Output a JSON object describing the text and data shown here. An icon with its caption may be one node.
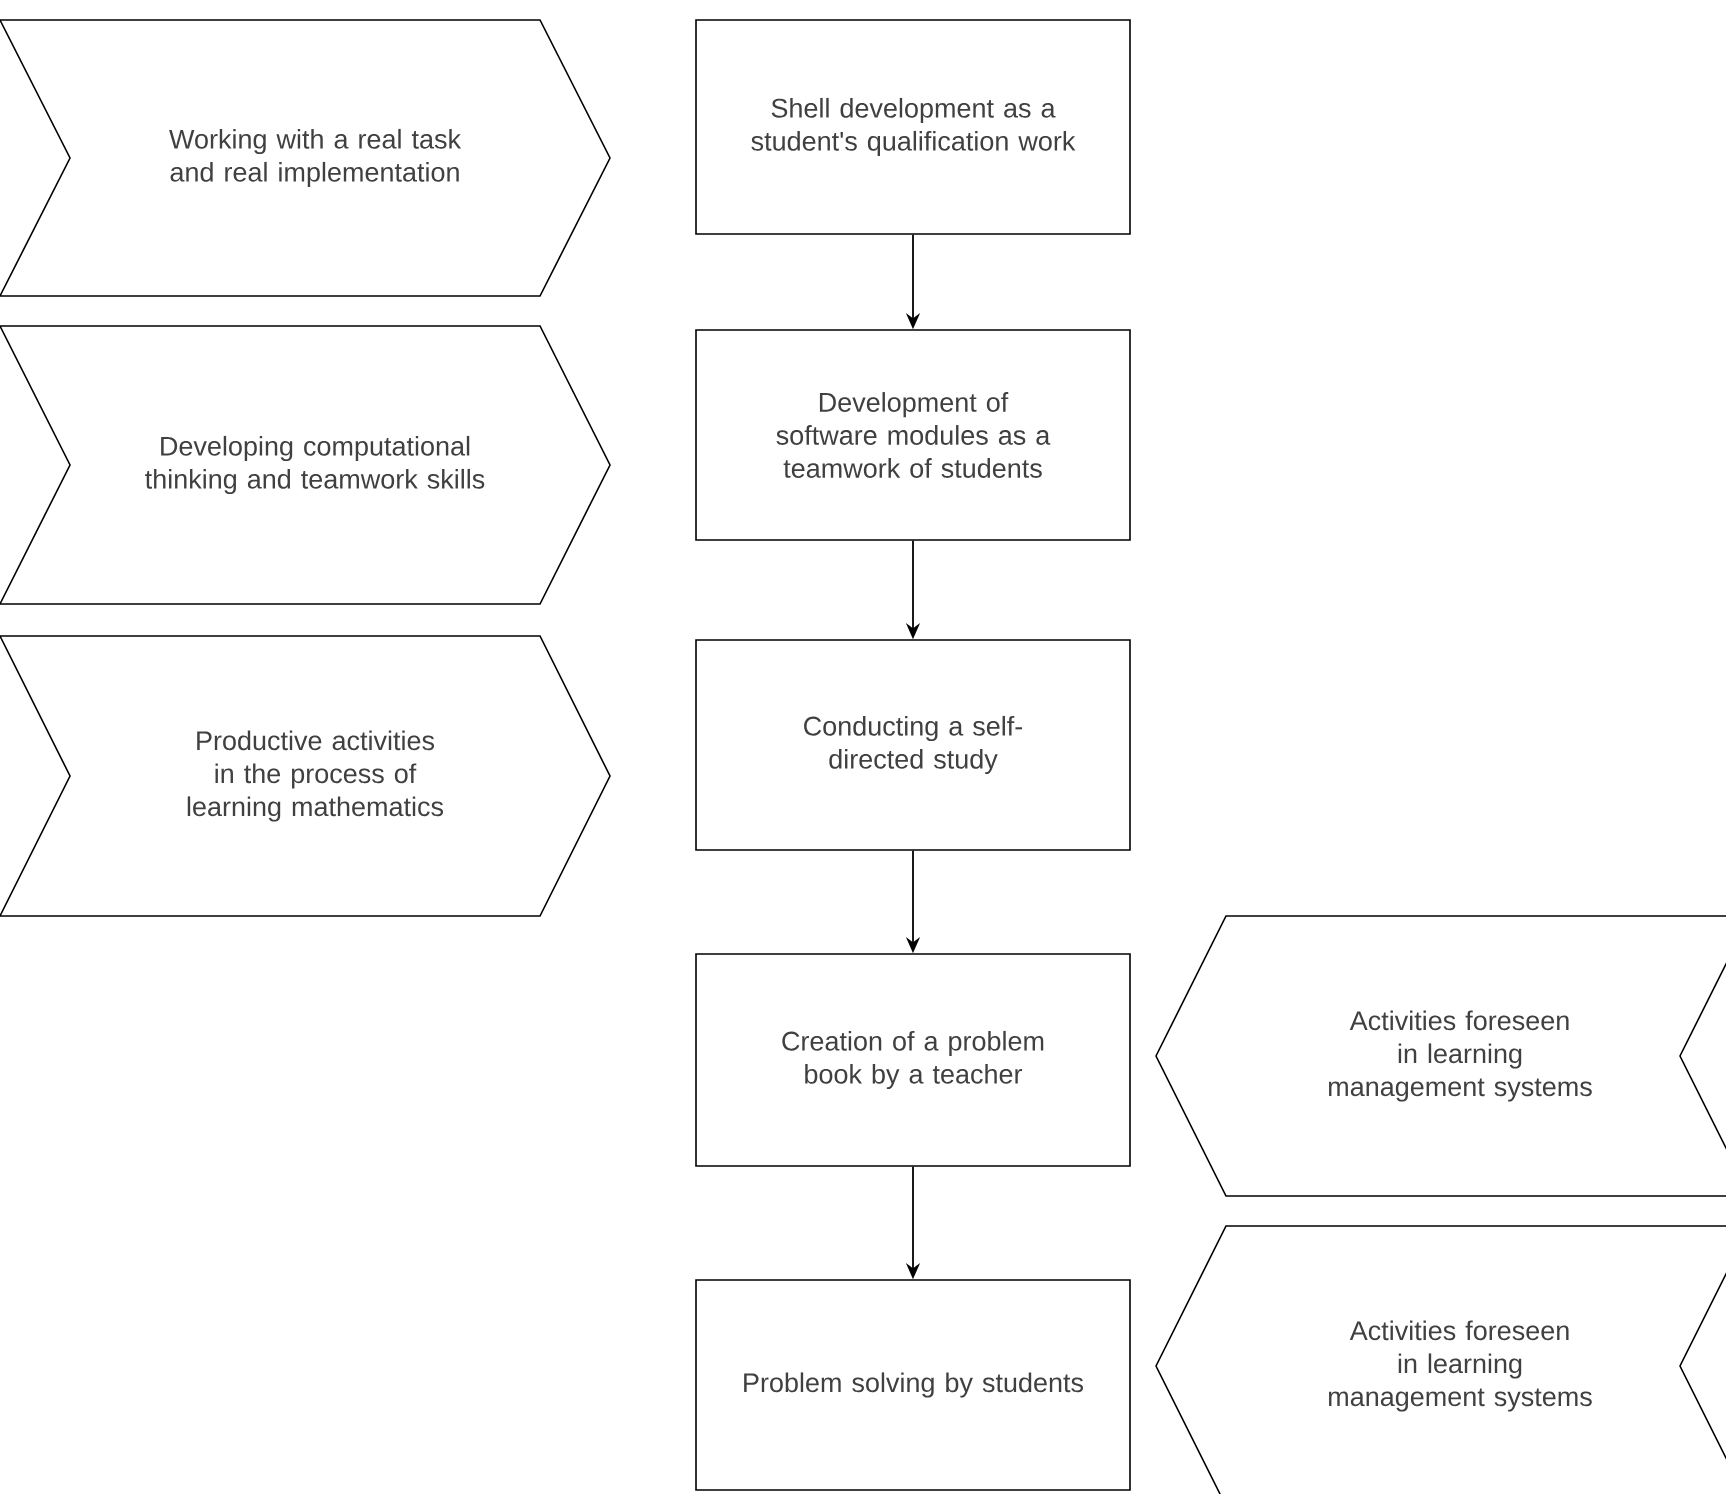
{
  "diagram": {
    "nodes": [
      {
        "text": [
          "Working with a real task and real implementation"
        ]
      },
      {
        "text": [
          "Developing computational thinking and teamwork skills"
        ]
      },
      {
        "text": [
          "Productive activities in the process of learning mathematics"
        ]
      },
      {
        "text": [
          "Shell development as a student's qualification work"
        ]
      },
      {
        "text": [
          "Development of software modules as a teamwork of students"
        ]
      },
      {
        "text": [
          "Conducting a self-directed study"
        ]
      },
      {
        "text": [
          "Creation of a problem book by a teacher"
        ]
      },
      {
        "text": [
          "Activities foreseen in learning management systems"
        ]
      },
      {
        "text": [
          "Problem solving by students"
        ]
      },
      {
        "text": [
          "Activities foreseen in learning management systems"
        ]
      }
    ],
    "edges": [
      {
        "from": 3,
        "to": 4,
        "arrow": "to"
      },
      {
        "from": 4,
        "to": 5,
        "arrow": "to"
      },
      {
        "from": 5,
        "to": 6,
        "arrow": "to"
      },
      {
        "from": 6,
        "to": 8,
        "arrow": "to"
      }
    ]
  }
}
